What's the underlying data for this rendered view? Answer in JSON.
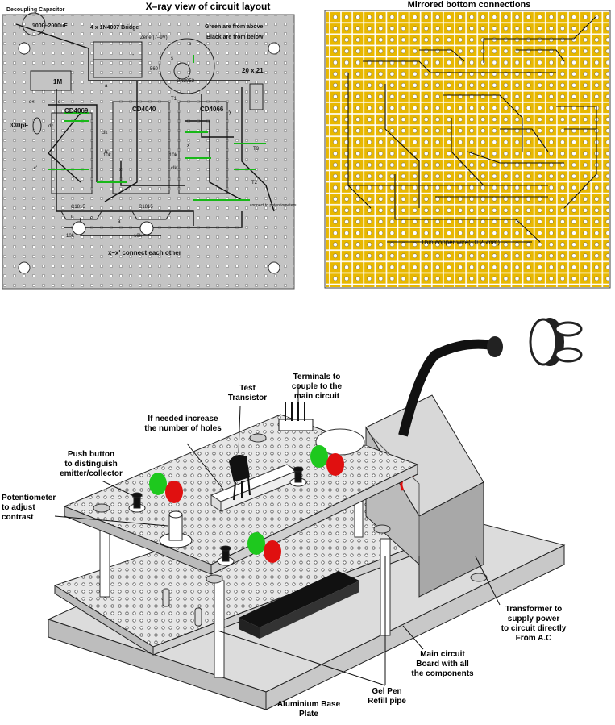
{
  "xray": {
    "title": "X–ray view of circuit layout",
    "decoupling": "Decoupling   Capacitor",
    "cap_value": "1000–2000uF",
    "bridge": "4 x 1N4007 Bridge",
    "zener": "Zener(7–9V)",
    "green_note": "Green  are from above",
    "black_note": "Black are from below",
    "r1m": "1M",
    "r560": "560",
    "transistor": "2N3053",
    "grid_size": "20 x 21",
    "cd4069": "CD4069",
    "cd4040": "CD4040",
    "cd4066": "CD4066",
    "cap330": "330pF",
    "c1815a": "C1815",
    "c1815b": "C1815",
    "r10k_a": "10k",
    "r10k_b": "10k",
    "r10k_c": "10k",
    "r10k_d": "10k",
    "t1": "T1",
    "t2": "T2",
    "t3": "T3",
    "connect_pot": "connect to potentiometers",
    "xx_note": "x–x' connect each other",
    "pins": {
      "a": "a",
      "b": "b",
      "c": "c",
      "d": "d",
      "dplus": "d+",
      "dc": "dc",
      "clk": "clk",
      "clkp": "clk'",
      "x": "x",
      "xp": "x'",
      "y": "y",
      "cp": "c'",
      "bp": "b'",
      "ap": "a'",
      "e": "e",
      "plus": "+",
      "minus": "-",
      "s": "s"
    }
  },
  "mirror": {
    "title": "Mirrored  bottom connections",
    "wire_note": "Thin copper wire(~0.25mm)"
  },
  "assembly": {
    "test_transistor": "Test\nTransistor",
    "terminals": "Terminals to\ncouple to the\nmain circuit",
    "holes": "If needed increase\nthe number of holes",
    "push_button": "Push button\nto distinguish\nemitter/collector",
    "potentiometer": "Potentiometer\nto adjust\ncontrast",
    "transformer": "Transformer to\nsupply power\nto circuit directly\nFrom A.C",
    "main_board": "Main circuit\nBoard with all\nthe components",
    "gel_pen": "Gel Pen\nRefill pipe",
    "base_plate": "Aluminium Base\nPlate"
  },
  "colors": {
    "board_grey": "#c4c4c4",
    "pad_gold": "#e8b800",
    "led_green": "#1ec81e",
    "led_red": "#e01010",
    "trace_green": "#18b818"
  }
}
